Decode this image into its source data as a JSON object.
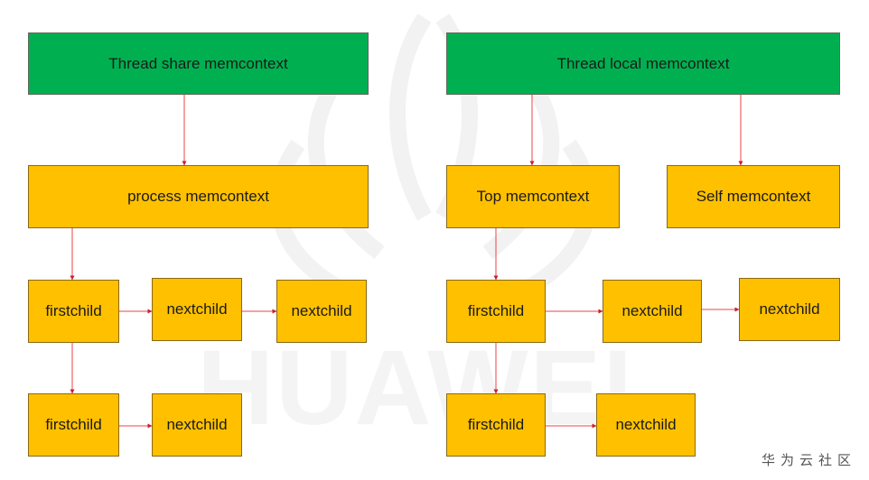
{
  "left": {
    "root": "Thread share memcontext",
    "process": "process memcontext",
    "row1": [
      "firstchild",
      "nextchild",
      "nextchild"
    ],
    "row2": [
      "firstchild",
      "nextchild"
    ]
  },
  "right": {
    "root": "Thread local memcontext",
    "top": "Top memcontext",
    "self": "Self memcontext",
    "row1": [
      "firstchild",
      "nextchild",
      "nextchild"
    ],
    "row2": [
      "firstchild",
      "nextchild"
    ]
  },
  "watermark": {
    "text": "HUAWEI",
    "brand": "华为云社区"
  },
  "colors": {
    "root_fill": "#00b050",
    "node_fill": "#ffc000",
    "arrow": "#e8454a"
  }
}
